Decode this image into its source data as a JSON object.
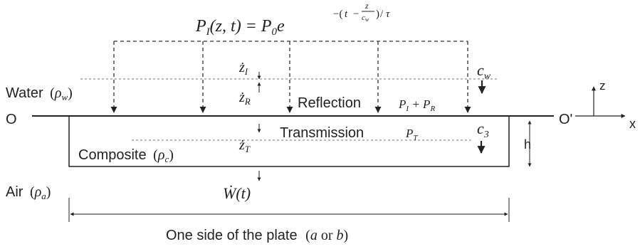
{
  "labels": {
    "equation": "P_I(z,t) = P_0 e^{-(t - z/c_w)/τ}",
    "water": "Water",
    "water_rho": "(ρ_w)",
    "composite": "Composite",
    "composite_rho": "(ρ_c)",
    "air": "Air",
    "air_rho": "(ρ_a)",
    "reflection": "Reflection",
    "transmission": "Transmission",
    "origin_left": "O",
    "origin_right": "O'",
    "axis_z": "z",
    "axis_x": "x",
    "height": "h",
    "cw": "c_w",
    "c3": "c_3",
    "zI": "ż_I",
    "zR": "ż_R",
    "zT": "ż_T",
    "pipr": "P_I + P_R",
    "pt": "P_T",
    "wt": "Ẇ(t)",
    "plate_side": "One side of the plate",
    "plate_side_paren": "(a or b)"
  }
}
